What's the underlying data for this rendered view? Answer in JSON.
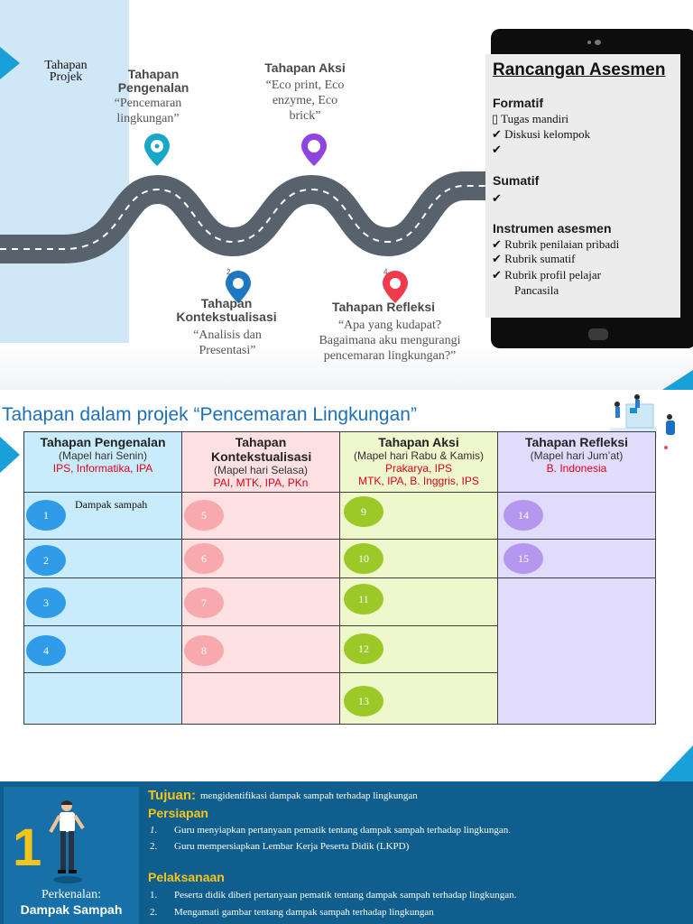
{
  "roadmap": {
    "label_projek": "Tahapan Projek",
    "stages": [
      {
        "title": "Tahapan Pengenalan",
        "desc": "“Pencemaran lingkungan”",
        "color": "#19a7c9"
      },
      {
        "title": "Tahapan Aksi",
        "desc": "“Eco print, Eco enzyme, Eco brick”",
        "color": "#8e44e0"
      },
      {
        "title": "Tahapan Kontekstualisasi",
        "desc": "“Analisis dan Presentasi”",
        "color": "#1d78c2"
      },
      {
        "title": "Tahapan Refleksi",
        "desc": "“Apa yang kudapat? Bagaimana aku mengurangi pencemaran lingkungan?”",
        "color": "#ef3b4c"
      }
    ],
    "pin_numbers": {
      "kontekstualisasi": "2",
      "refleksi": "4"
    }
  },
  "asesmen": {
    "title": "Rancangan Asesmen",
    "formatif_label": "Formatif",
    "formatif_items": [
      "▯ Tugas mandiri",
      "✔ Diskusi kelompok",
      "✔"
    ],
    "sumatif_label": "Sumatif",
    "sumatif_items": [
      "✔"
    ],
    "instrumen_label": "Instrumen asesmen",
    "instrumen_items": [
      "✔ Rubrik penilaian pribadi",
      "✔ Rubrik sumatif",
      "✔ Rubrik profil pelajar"
    ],
    "instrumen_cont": "Pancasila"
  },
  "table": {
    "title": "Tahapan dalam projek “Pencemaran Lingkungan”",
    "headers": [
      {
        "title": "Tahapan Pengenalan",
        "sub": "(Mapel hari Senin)",
        "subjects": "IPS, Informatika, IPA"
      },
      {
        "title": "Tahapan Kontekstualisasi",
        "sub": "(Mapel hari Selasa)",
        "subjects": "PAI, MTK, IPA, PKn"
      },
      {
        "title": "Tahapan Aksi",
        "sub": "(Mapel hari Rabu & Kamis)",
        "subjects": "Prakarya, IPS",
        "subjects2": "MTK, IPA, B. Inggris, IPS"
      },
      {
        "title": "Tahapan Refleksi",
        "sub": "(Mapel hari Jum’at)",
        "subjects": "B. Indonesia"
      }
    ],
    "row1_note": "Dampak sampah",
    "numbers": {
      "pengenalan": [
        "1",
        "2",
        "3",
        "4"
      ],
      "kontekstualisasi": [
        "5",
        "6",
        "7",
        "8"
      ],
      "aksi": [
        "9",
        "10",
        "11",
        "12",
        "13"
      ],
      "refleksi": [
        "14",
        "15"
      ]
    }
  },
  "detail": {
    "number": "1",
    "card_caption": "Perkenalan:",
    "card_title": "Dampak Sampah",
    "tujuan_label": "Tujuan:",
    "tujuan_text": "mengidentifikasi dampak sampah terhadap lingkungan",
    "persiapan_label": "Persiapan",
    "persiapan_items": [
      {
        "num": "1.",
        "text": "Guru menyiapkan pertanyaan pematik tentang dampak sampah terhadap lingkungan."
      },
      {
        "num": "2.",
        "text": "Guru mempersiapkan Lembar Kerja Peserta Didik (LKPD)"
      }
    ],
    "pelaksanaan_label": "Pelaksanaan",
    "pelaksanaan_items": [
      {
        "num": "1.",
        "text": "Peserta didik diberi pertanyaan pematik tentang dampak sampah terhadap lingkungan."
      },
      {
        "num": "2.",
        "text": "Mengamati gambar tentang dampak sampah terhadap lingkungan"
      }
    ]
  }
}
